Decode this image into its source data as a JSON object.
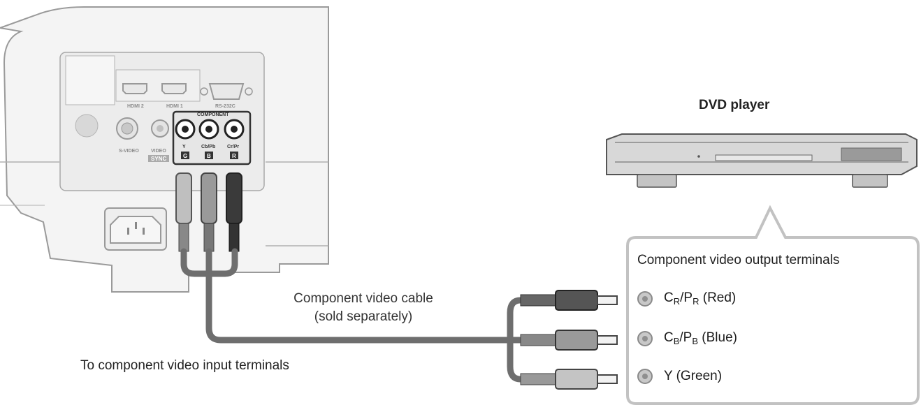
{
  "dvd_title": "DVD player",
  "cable_label_line1": "Component video cable",
  "cable_label_line2": "(sold separately)",
  "input_label": "To component video input terminals",
  "callout_title": "Component video output terminals",
  "terminals": [
    {
      "base": "C",
      "sub1": "R",
      "mid": "/P",
      "sub2": "R",
      "suffix": " (Red)"
    },
    {
      "base": "C",
      "sub1": "B",
      "mid": "/P",
      "sub2": "B",
      "suffix": " (Blue)"
    },
    {
      "plain": "Y (Green)"
    }
  ],
  "projector_panel": {
    "hdmi2": "HDMI 2",
    "hdmi1": "HDMI 1",
    "rs232c": "RS-232C",
    "component": "COMPONENT",
    "svideo": "S-VIDEO",
    "video": "VIDEO",
    "sync": "SYNC",
    "y": "Y",
    "cb": "Cb/Pb",
    "cr": "Cr/Pr",
    "g": "G",
    "b": "B",
    "r": "R"
  }
}
